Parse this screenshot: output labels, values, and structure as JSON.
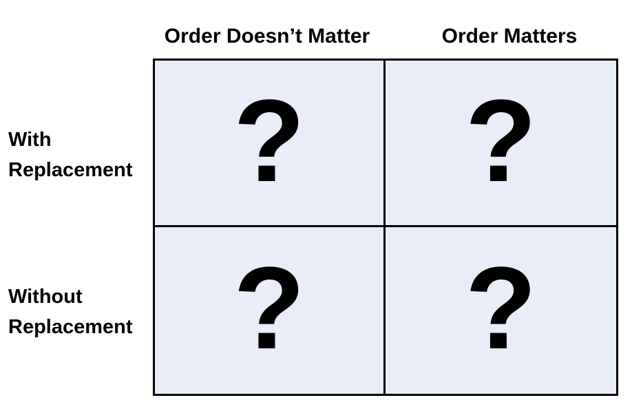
{
  "columns": [
    "Order Doesn’t Matter",
    "Order Matters"
  ],
  "rows": [
    {
      "line1": "With",
      "line2": "Replacement"
    },
    {
      "line1": "Without",
      "line2": "Replacement"
    }
  ],
  "cells": [
    [
      "?",
      "?"
    ],
    [
      "?",
      "?"
    ]
  ],
  "colors": {
    "cell_fill": "#e9edf8",
    "border": "#000000",
    "text": "#000000"
  }
}
